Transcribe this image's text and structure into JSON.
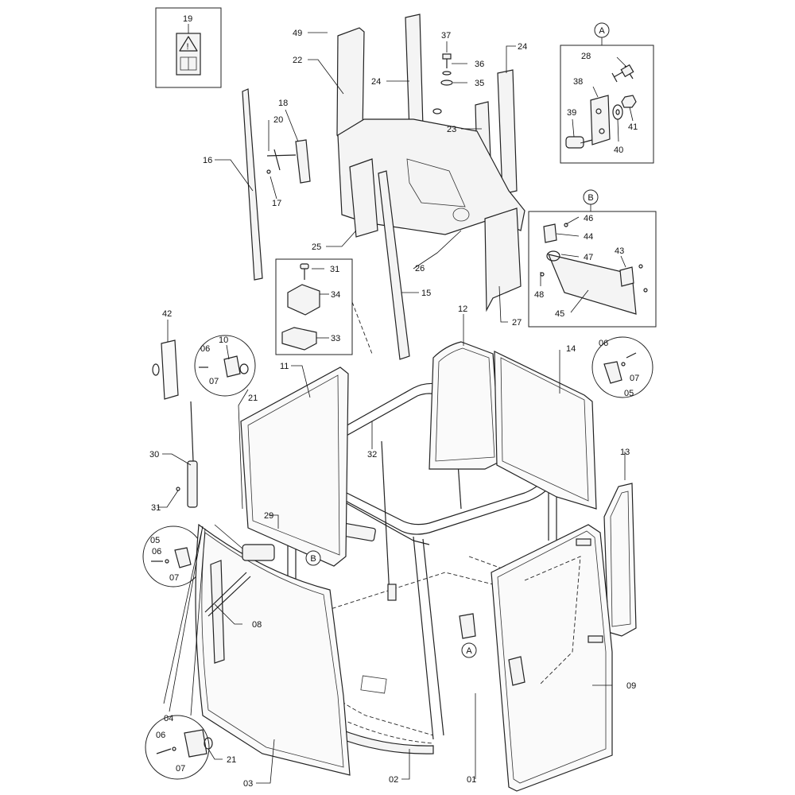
{
  "callouts": [
    {
      "id": "c19",
      "text": "19"
    },
    {
      "id": "c49",
      "text": "49"
    },
    {
      "id": "c22",
      "text": "22"
    },
    {
      "id": "c24a",
      "text": "24"
    },
    {
      "id": "c37",
      "text": "37"
    },
    {
      "id": "c36",
      "text": "36"
    },
    {
      "id": "c35",
      "text": "35"
    },
    {
      "id": "c24b",
      "text": "24"
    },
    {
      "id": "c23",
      "text": "23"
    },
    {
      "id": "c18",
      "text": "18"
    },
    {
      "id": "c20",
      "text": "20"
    },
    {
      "id": "c16",
      "text": "16"
    },
    {
      "id": "c17",
      "text": "17"
    },
    {
      "id": "c25",
      "text": "25"
    },
    {
      "id": "c26",
      "text": "26"
    },
    {
      "id": "c27",
      "text": "27"
    },
    {
      "id": "c15",
      "text": "15"
    },
    {
      "id": "c31a",
      "text": "31"
    },
    {
      "id": "c34",
      "text": "34"
    },
    {
      "id": "c33",
      "text": "33"
    },
    {
      "id": "c28",
      "text": "28"
    },
    {
      "id": "c38",
      "text": "38"
    },
    {
      "id": "c39",
      "text": "39"
    },
    {
      "id": "c41",
      "text": "41"
    },
    {
      "id": "c40",
      "text": "40"
    },
    {
      "id": "c46",
      "text": "46"
    },
    {
      "id": "c44",
      "text": "44"
    },
    {
      "id": "c47",
      "text": "47"
    },
    {
      "id": "c43",
      "text": "43"
    },
    {
      "id": "c48",
      "text": "48"
    },
    {
      "id": "c45",
      "text": "45"
    },
    {
      "id": "c42",
      "text": "42"
    },
    {
      "id": "c10",
      "text": "10"
    },
    {
      "id": "c06a",
      "text": "06"
    },
    {
      "id": "c07a",
      "text": "07"
    },
    {
      "id": "c21a",
      "text": "21"
    },
    {
      "id": "c11",
      "text": "11"
    },
    {
      "id": "c12",
      "text": "12"
    },
    {
      "id": "c14",
      "text": "14"
    },
    {
      "id": "c06b",
      "text": "06"
    },
    {
      "id": "c07b",
      "text": "07"
    },
    {
      "id": "c05b",
      "text": "05"
    },
    {
      "id": "c30",
      "text": "30"
    },
    {
      "id": "c31b",
      "text": "31"
    },
    {
      "id": "c32",
      "text": "32"
    },
    {
      "id": "c13",
      "text": "13"
    },
    {
      "id": "c29",
      "text": "29"
    },
    {
      "id": "c05a",
      "text": "05"
    },
    {
      "id": "c06c",
      "text": "06"
    },
    {
      "id": "c07c",
      "text": "07"
    },
    {
      "id": "c08",
      "text": "08"
    },
    {
      "id": "c09",
      "text": "09"
    },
    {
      "id": "c04",
      "text": "04"
    },
    {
      "id": "c06d",
      "text": "06"
    },
    {
      "id": "c07d",
      "text": "07"
    },
    {
      "id": "c21b",
      "text": "21"
    },
    {
      "id": "c03",
      "text": "03"
    },
    {
      "id": "c02",
      "text": "02"
    },
    {
      "id": "c01",
      "text": "01"
    }
  ],
  "detail_markers": [
    {
      "id": "A",
      "text": "A"
    },
    {
      "id": "B",
      "text": "B"
    },
    {
      "id": "Aref",
      "text": "A"
    },
    {
      "id": "Bref",
      "text": "B"
    }
  ]
}
